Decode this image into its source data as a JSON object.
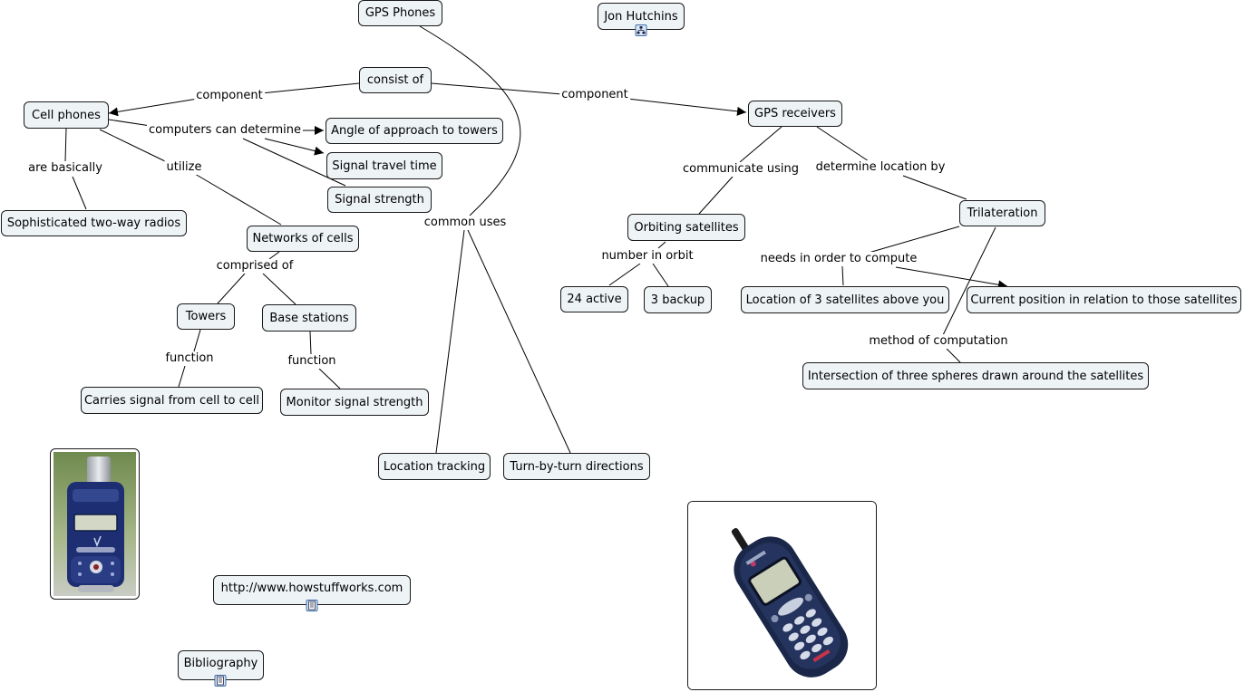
{
  "concepts": {
    "gps_phones": "GPS Phones",
    "jon_hutchins": "Jon Hutchins",
    "consist_of": "consist of",
    "cell_phones": "Cell phones",
    "gps_receivers": "GPS receivers",
    "angle_of_approach": "Angle of approach to towers",
    "signal_travel_time": "Signal travel time",
    "signal_strength": "Signal strength",
    "two_way_radios": "Sophisticated two-way radios",
    "networks_of_cells": "Networks of cells",
    "towers": "Towers",
    "base_stations": "Base stations",
    "carries_signal": "Carries signal from cell to cell",
    "monitor_signal": "Monitor signal strength",
    "location_tracking": "Location tracking",
    "turn_by_turn": "Turn-by-turn directions",
    "orbiting_satellites": "Orbiting satellites",
    "active_24": "24 active",
    "backup_3": "3 backup",
    "trilateration": "Trilateration",
    "location_3_satellites": "Location of 3 satellites above you",
    "current_position": "Current position in relation to those satellites",
    "intersection_spheres": "Intersection of three spheres drawn around the satellites",
    "howstuffworks": "http://www.howstuffworks.com",
    "bibliography": "Bibliography"
  },
  "link_labels": {
    "component_left": "component",
    "component_right": "component",
    "computers_can_determine": "computers can determine",
    "are_basically": "are basically",
    "utilize": "utilize",
    "comprised_of": "comprised of",
    "function_towers": "function",
    "function_base": "function",
    "common_uses": "common uses",
    "communicate_using": "communicate using",
    "determine_location_by": "determine location by",
    "number_in_orbit": "number in orbit",
    "needs_in_order_to_compute": "needs in order to compute",
    "method_of_computation": "method of computation"
  },
  "icons": {
    "submap": "concept-map-icon",
    "web_resource": "web-page-icon",
    "document_resource": "document-icon"
  },
  "images": {
    "flip_phone": "blue-flip-phone-image",
    "nokia_phone": "nokia-phone-image"
  },
  "colors": {
    "node_fill": "#eef3f6",
    "node_border": "#1a1a1a",
    "link": "#000000"
  }
}
